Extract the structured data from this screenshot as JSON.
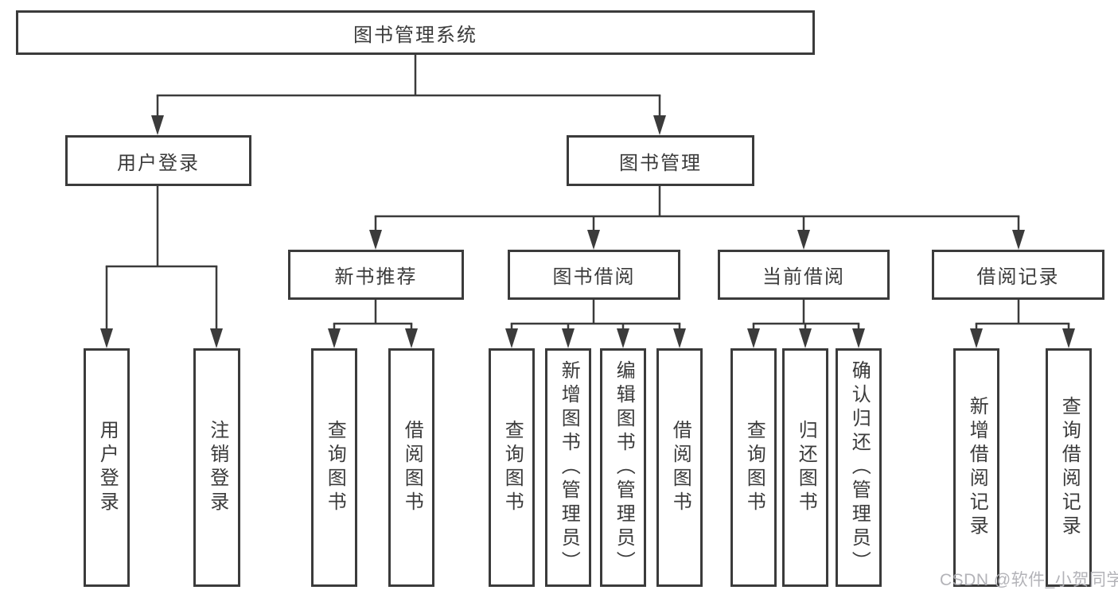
{
  "diagram_title": "图书管理系统",
  "watermark": "CSDN @软件_小贺同学",
  "colors": {
    "line": "#3b3b3b",
    "text": "#3b3b3b",
    "background": "#ffffff",
    "watermark": "#afafb4"
  },
  "nodes": {
    "root": {
      "label": "图书管理系统"
    },
    "user_login": {
      "label": "用户登录"
    },
    "book_mgmt": {
      "label": "图书管理"
    },
    "new_book_rec": {
      "label": "新书推荐"
    },
    "book_borrow": {
      "label": "图书借阅"
    },
    "current_borrow": {
      "label": "当前借阅"
    },
    "borrow_records": {
      "label": "借阅记录"
    },
    "leaf_user_login": {
      "label": "用户登录"
    },
    "leaf_logout": {
      "label": "注销登录"
    },
    "leaf_query_book_rec": {
      "label": "查询图书"
    },
    "leaf_borrow_book_rec": {
      "label": "借阅图书"
    },
    "leaf_query_book_borrow": {
      "label": "查询图书"
    },
    "leaf_add_book": {
      "label": "新增图书（管理员）"
    },
    "leaf_edit_book": {
      "label": "编辑图书（管理员）"
    },
    "leaf_borrow_book_borrow": {
      "label": "借阅图书"
    },
    "leaf_query_book_current": {
      "label": "查询图书"
    },
    "leaf_return_book": {
      "label": "归还图书"
    },
    "leaf_confirm_return": {
      "label": "确认归还（管理员）"
    },
    "leaf_add_record": {
      "label": "新增借阅记录"
    },
    "leaf_query_record": {
      "label": "查询借阅记录"
    }
  },
  "hierarchy": {
    "图书管理系统": {
      "用户登录": [
        "用户登录",
        "注销登录"
      ],
      "图书管理": {
        "新书推荐": [
          "查询图书",
          "借阅图书"
        ],
        "图书借阅": [
          "查询图书",
          "新增图书（管理员）",
          "编辑图书（管理员）",
          "借阅图书"
        ],
        "当前借阅": [
          "查询图书",
          "归还图书",
          "确认归还（管理员）"
        ],
        "借阅记录": [
          "新增借阅记录",
          "查询借阅记录"
        ]
      }
    }
  }
}
